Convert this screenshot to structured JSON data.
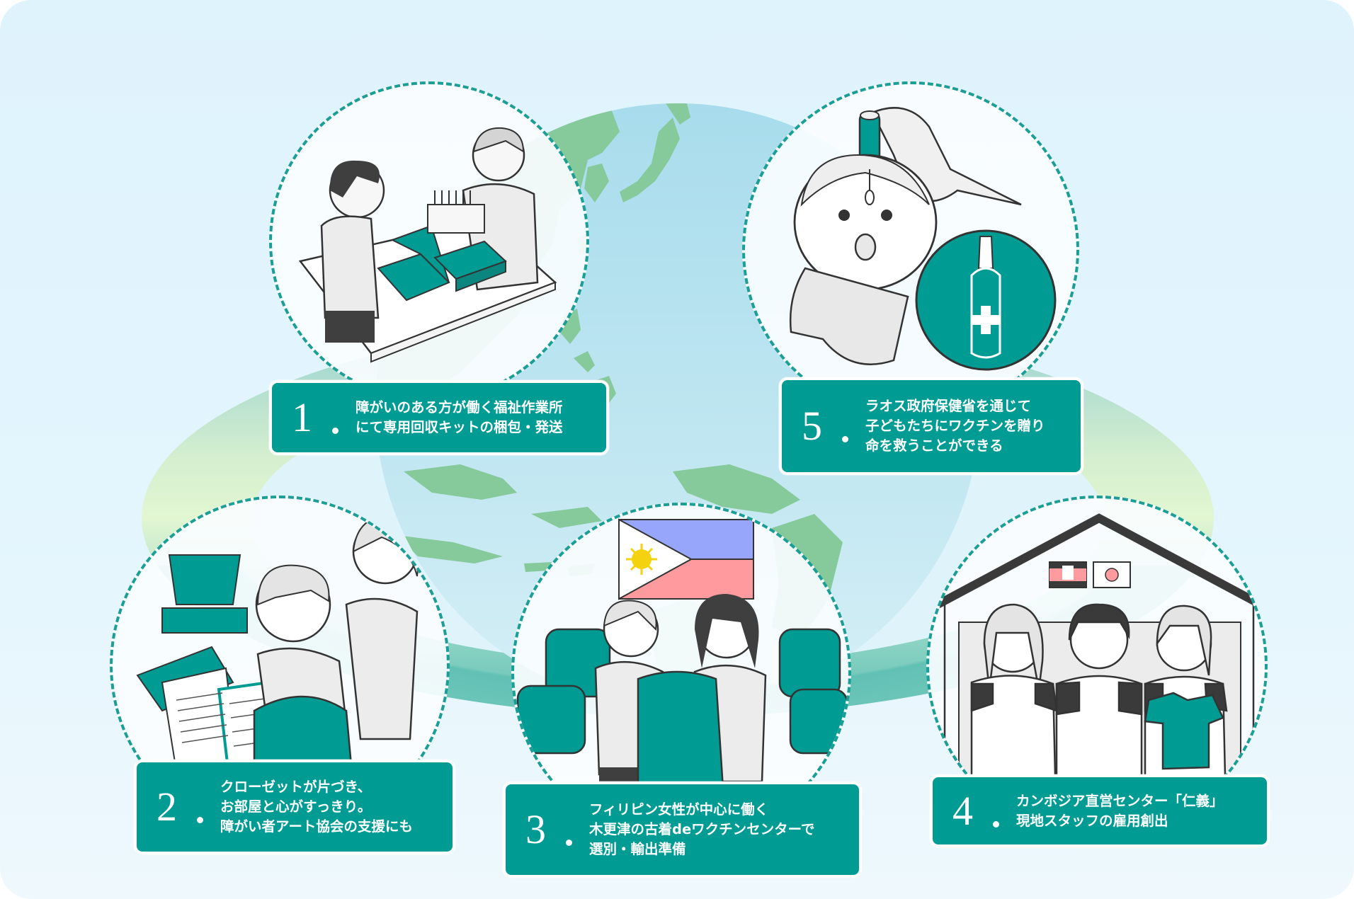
{
  "colors": {
    "accent_teal": "#009c94",
    "dashed_border": "#1b9e95",
    "background": "#dff3fd",
    "land": "#86c99b",
    "ocean": "#a8dcec"
  },
  "background": {
    "globe_icon": "globe-asia-pacific",
    "ring_icon": "orbit-ring"
  },
  "steps": [
    {
      "number": "1",
      "lines": [
        "障がいのある方が働く福祉作業所",
        "にて専用回収キットの梱包・発送"
      ],
      "illustration": "two-people-packing-teal-boxes"
    },
    {
      "number": "2",
      "lines": [
        "クローゼットが片づき、",
        "お部屋と心がすっきり。",
        "障がい者アート協会の支援にも"
      ],
      "illustration": "parent-and-child-packing-clothes"
    },
    {
      "number": "3",
      "lines": [
        "フィリピン女性が中心に働く",
        "木更津の古着deワクチンセンターで",
        "選別・輸出準備"
      ],
      "illustration": "philippine-flag-women-with-bales"
    },
    {
      "number": "4",
      "lines": [
        "カンボジア直営センター「仁義」",
        "現地スタッフの雇用創出"
      ],
      "illustration": "cambodia-center-staff"
    },
    {
      "number": "5",
      "lines": [
        "ラオス政府保健省を通じて",
        "子どもたちにワクチンを贈り",
        "命を救うことができる"
      ],
      "illustration": "child-receiving-oral-vaccine"
    }
  ]
}
